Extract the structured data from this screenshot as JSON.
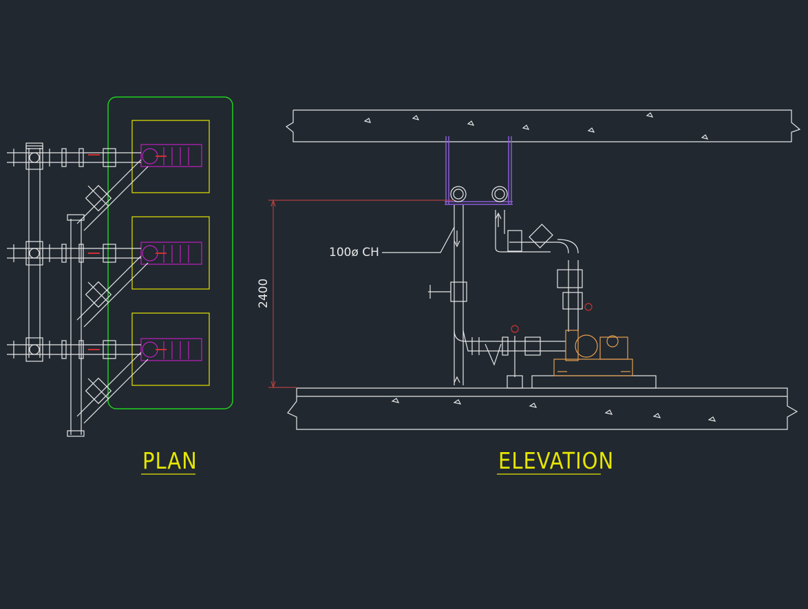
{
  "drawing": {
    "plan_title": "PLAN",
    "elevation_title": "ELEVATION",
    "pipe_label": "100ø CH",
    "dimension_height": "2400"
  },
  "colors": {
    "background": "#212830",
    "linework": "#e8e8e8",
    "title_yellow": "#e6e600",
    "pump_frame_yellow": "#e6e600",
    "enclosure_green": "#1fd11f",
    "pump_motor_magenta": "#c020c0",
    "hanger_purple": "#8a5cd6",
    "pump_orange": "#e8a050",
    "dimension_red": "#b04040",
    "gauge_red": "#d03030"
  }
}
